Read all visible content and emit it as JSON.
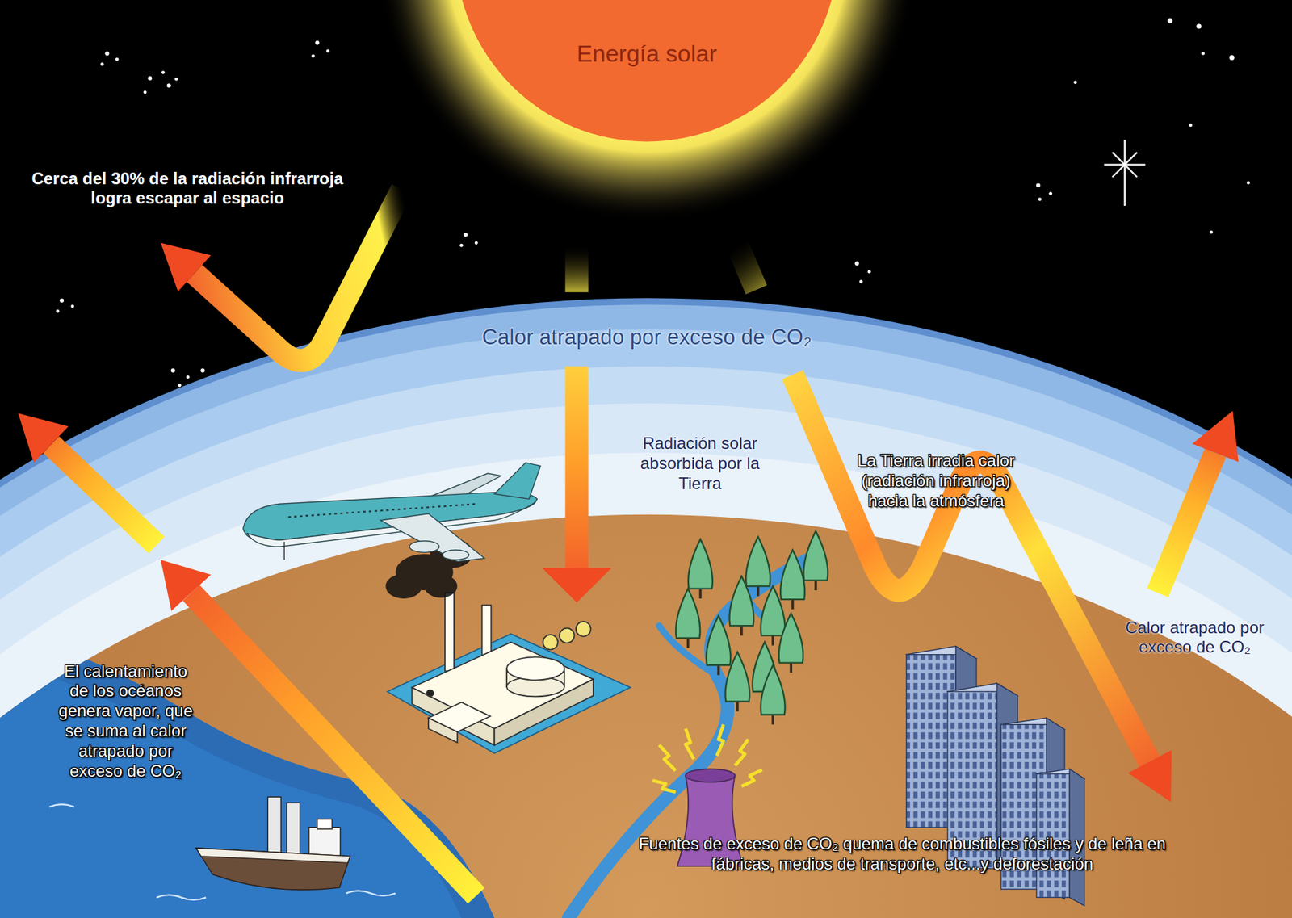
{
  "diagram": {
    "nodes": [
      {
        "text": [
          "Energía solar"
        ]
      },
      {
        "text": [
          "Calor atrapado por exceso de CO₂"
        ]
      }
    ],
    "labels": [
      "Cerca del 30% de la radiación infrarroja logra escapar al espacio",
      "Radiación solar absorbida por la Tierra",
      "La Tierra irradia calor (radiación infrarroja) hacia la atmósfera",
      "Calor atrapado por exceso de CO₂",
      "El calentamiento de los océanos genera vapor, que se suma al calor atrapado por exceso de CO₂",
      "Fuentes de exceso de CO₂ quema de combustibles fósiles y de leña en fábricas, medios de transporte, etc...y deforestación"
    ]
  }
}
